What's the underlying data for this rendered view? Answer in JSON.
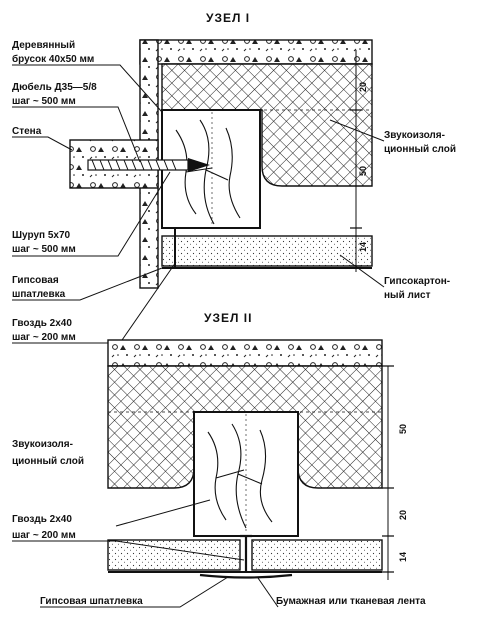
{
  "node1": {
    "title": "УЗЕЛ  I",
    "labels": {
      "wood_bar_1": "Деревянный",
      "wood_bar_2": "брусок 40х50 мм",
      "dowel_1": "Дюбель Д35—5/8",
      "dowel_2": "шаг ~ 500 мм",
      "wall": "Стена",
      "screw_1": "Шуруп 5х70",
      "screw_2": "шаг ~ 500 мм",
      "gypsum_putty_1": "Гипсовая",
      "gypsum_putty_2": "шпатлевка",
      "nail_1": "Гвоздь 2х40",
      "nail_2": "шаг ~ 200 мм",
      "sound_insul_1": "Звукоизоля-",
      "sound_insul_2": "ционный слой",
      "drywall_1": "Гипсокартон-",
      "drywall_2": "ный лист"
    },
    "dims": [
      "20",
      "50",
      "14"
    ]
  },
  "node2": {
    "title": "УЗЕЛ  II",
    "labels": {
      "sound_insul_1": "Звукоизоля-",
      "sound_insul_2": "ционный слой",
      "nail_1": "Гвоздь 2х40",
      "nail_2": "шаг ~ 200 мм",
      "gypsum_putty": "Гипсовая шпатлевка",
      "tape": "Бумажная или тканевая лента"
    },
    "dims": [
      "50",
      "20",
      "14"
    ]
  }
}
